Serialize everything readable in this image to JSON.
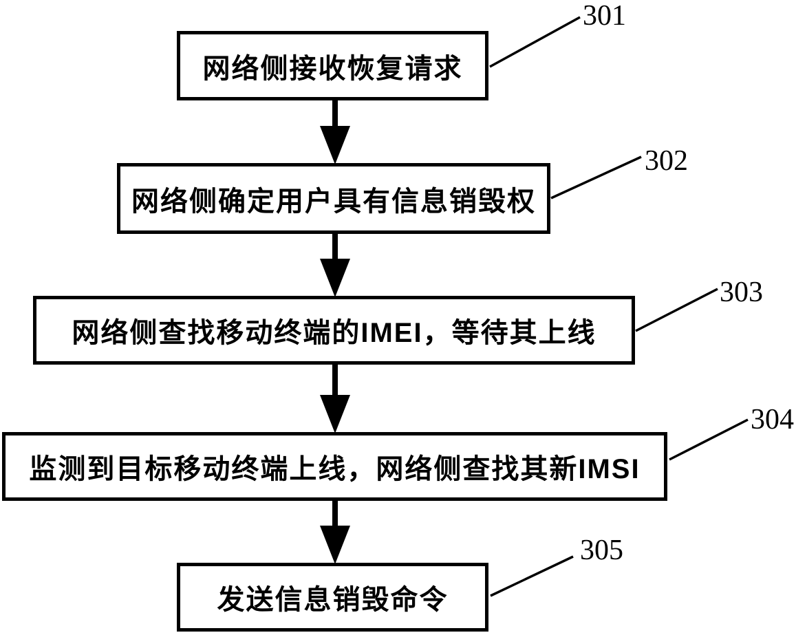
{
  "figure": {
    "type": "flowchart",
    "background_color": "#ffffff",
    "line_color": "#000000",
    "steps": [
      {
        "ref": "301",
        "text": "网络侧接收恢复请求"
      },
      {
        "ref": "302",
        "text": "网络侧确定用户具有信息销毁权"
      },
      {
        "ref": "303",
        "text": "网络侧查找移动终端的IMEI，等待其上线"
      },
      {
        "ref": "304",
        "text": "监测到目标移动终端上线，网络侧查找其新IMSI"
      },
      {
        "ref": "305",
        "text": "发送信息销毁命令"
      }
    ],
    "flow_order": [
      "301",
      "302",
      "303",
      "304",
      "305"
    ]
  }
}
